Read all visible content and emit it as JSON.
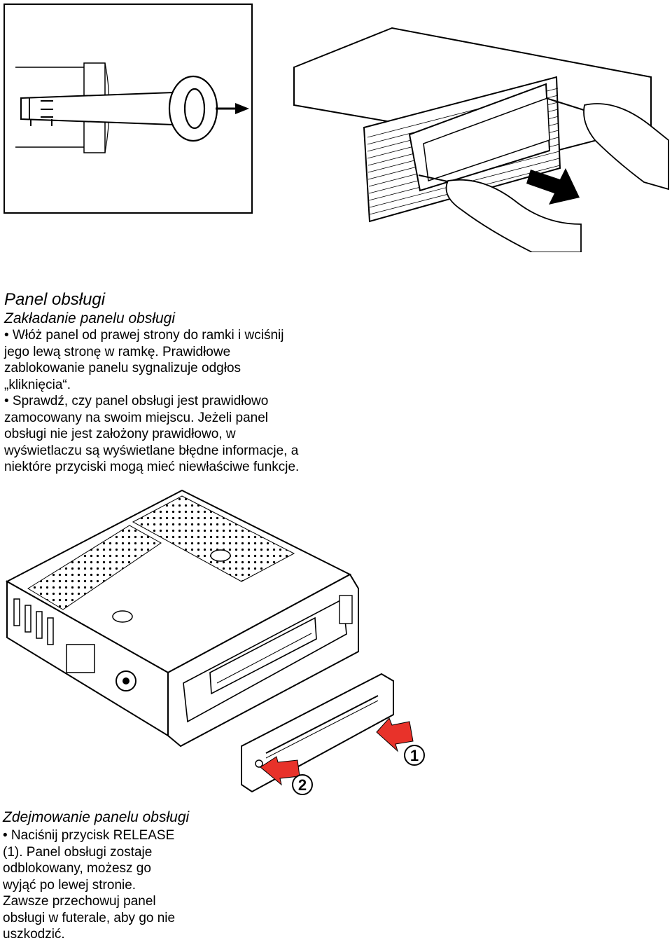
{
  "section1": {
    "title": "Panel obsługi",
    "subtitle": "Zakładanie panelu obsługi",
    "lines": [
      "• Włóż panel od prawej strony do ramki i wciśnij",
      "jego lewą stronę w ramkę. Prawidłowe",
      "zablokowanie panelu sygnalizuje odgłos",
      "„kliknięcia“.",
      "• Sprawdź, czy panel obsługi jest prawidłowo",
      "zamocowany na swoim miejscu. Jeżeli panel",
      "obsługi nie jest założony prawidłowo, w",
      "wyświetlaczu są wyświetlane błędne informacje, a",
      "niektóre przyciski mogą mieć niewłaściwe funkcje."
    ]
  },
  "section2": {
    "title": "Zdejmowanie panelu obsługi",
    "lines": [
      "• Naciśnij przycisk RELEASE",
      "(1). Panel obsługi zostaje",
      "odblokowany, możesz go",
      "wyjąć po lewej stronie.",
      "Zawsze przechowuj panel",
      "obsługi w futerale, aby go nie",
      "uszkodzić."
    ]
  },
  "figure2": {
    "callout1": "1",
    "callout2": "2"
  }
}
